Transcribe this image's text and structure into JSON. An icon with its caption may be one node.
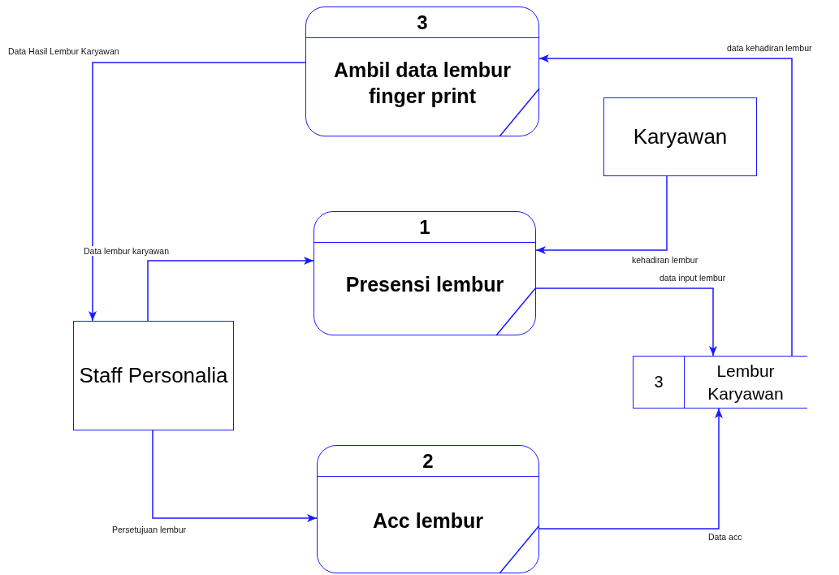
{
  "diagram": {
    "nodes": [
      {
        "text": [
          "3",
          "Ambil data lembur finger print"
        ]
      },
      {
        "text": [
          "Karyawan"
        ]
      },
      {
        "text": [
          "1",
          "Presensi lembur"
        ]
      },
      {
        "text": [
          "Staff Personalia"
        ]
      },
      {
        "text": [
          "3",
          "Lembur Karyawan"
        ]
      },
      {
        "text": [
          "2",
          "Acc lembur"
        ]
      }
    ],
    "edges": [
      {
        "from": 0,
        "to": 3,
        "arrow": "to",
        "label": "Data Hasil Lembur Karyawan"
      },
      {
        "from": 3,
        "to": 2,
        "arrow": "to",
        "label": "Data lembur karyawan"
      },
      {
        "from": 1,
        "to": 2,
        "arrow": "to",
        "label": "kehadiran lembur"
      },
      {
        "from": 2,
        "to": 4,
        "arrow": "to",
        "label": "data input lembur"
      },
      {
        "from": 4,
        "to": 0,
        "arrow": "to",
        "label": "data kehadiran lembur"
      },
      {
        "from": 3,
        "to": 5,
        "arrow": "to",
        "label": "Persetujuan lembur"
      },
      {
        "from": 5,
        "to": 4,
        "arrow": "to",
        "label": "Data acc"
      }
    ]
  }
}
